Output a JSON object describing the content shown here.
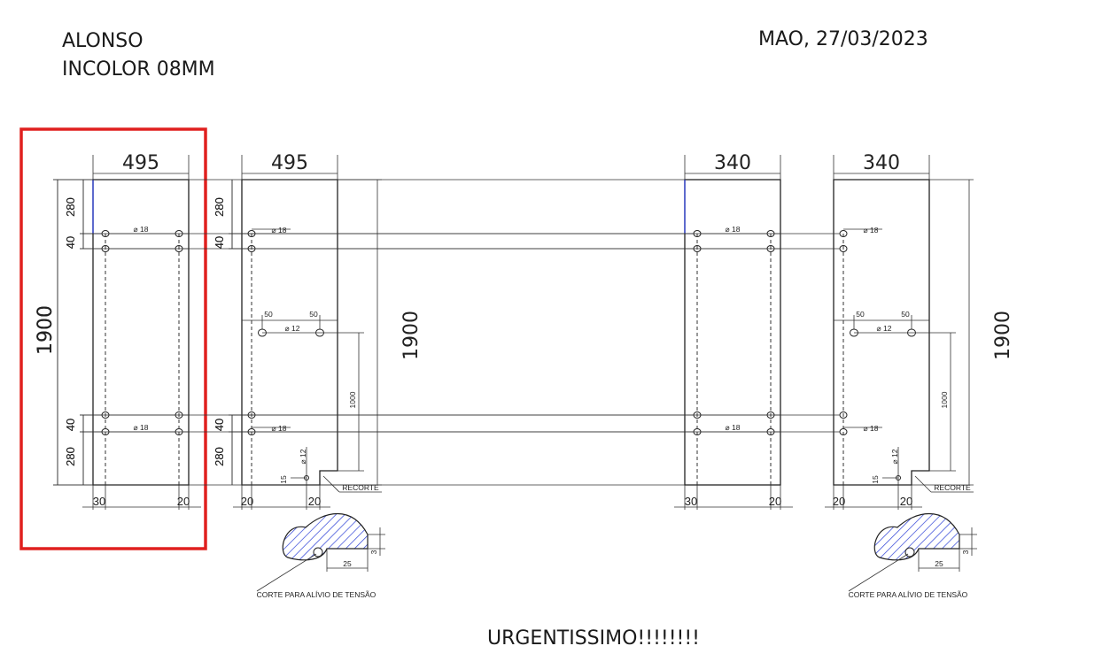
{
  "header": {
    "client": "ALONSO",
    "glass": "INCOLOR 08MM",
    "place_date": "MAO, 27/03/2023"
  },
  "footer": {
    "note": "URGENTISSIMO!!!!!!!!"
  },
  "highlight_color": "#e0201f",
  "marker_color": "#2b3fd6",
  "hatch_color": "#2b3fd6",
  "panels": [
    {
      "type": "fixed",
      "width_label": "495",
      "height_label": "1900",
      "top_margin": "280",
      "hole_spacing": "40",
      "bottom_margin": "280",
      "hole_label": "⌀ 18",
      "left_offset": "30",
      "right_offset": "20",
      "highlighted": true
    },
    {
      "type": "door",
      "width_label": "495",
      "height_label": "1900",
      "top_margin": "280",
      "hole_spacing": "40",
      "bottom_margin": "280",
      "hole_label": "⌀ 18",
      "left_offset": "20",
      "right_offset": "20",
      "handle_offset_left": "50",
      "handle_offset_right": "50",
      "handle_hole_label": "⌀ 12",
      "handle_height": "1000",
      "small_hole_label": "⌀ 12",
      "small_offset": "15",
      "recess_label": "RECORTE",
      "detail_width": "25",
      "detail_height": "3",
      "detail_caption": "CORTE PARA ALÍVIO DE TENSÃO"
    },
    {
      "type": "fixed",
      "width_label": "340",
      "height_label": "1900",
      "top_margin": "280",
      "hole_spacing": "40",
      "bottom_margin": "280",
      "hole_label": "⌀ 18",
      "left_offset": "30",
      "right_offset": "20",
      "highlighted": false
    },
    {
      "type": "door",
      "width_label": "340",
      "height_label": "1900",
      "top_margin": "280",
      "hole_spacing": "40",
      "bottom_margin": "280",
      "hole_label": "⌀ 18",
      "left_offset": "20",
      "right_offset": "20",
      "handle_offset_left": "50",
      "handle_offset_right": "50",
      "handle_hole_label": "⌀ 12",
      "handle_height": "1000",
      "small_hole_label": "⌀ 12",
      "small_offset": "15",
      "recess_label": "RECORTE",
      "detail_width": "25",
      "detail_height": "3",
      "detail_caption": "CORTE PARA ALÍVIO DE TENSÃO"
    }
  ]
}
